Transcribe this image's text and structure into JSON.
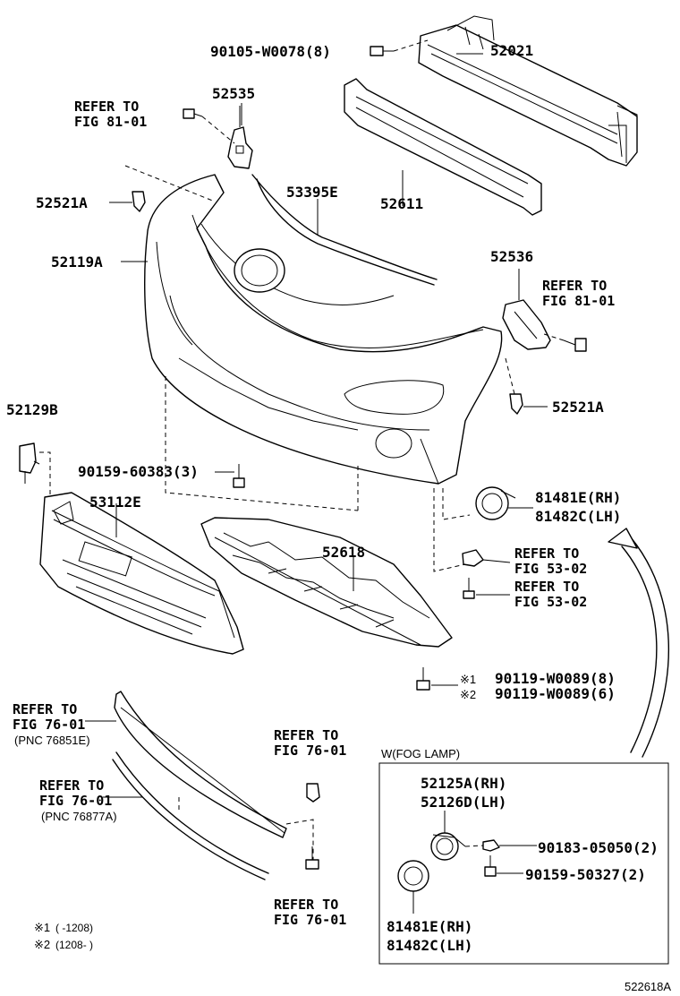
{
  "labels": {
    "p90105": "90105-W0078(8)",
    "p52021": "52021",
    "refer_fig81_a_1": "REFER TO",
    "refer_fig81_a_2": "FIG 81-01",
    "p52535": "52535",
    "p53395e": "53395E",
    "p52521a_left": "52521A",
    "p52611": "52611",
    "p52119a": "52119A",
    "p52536": "52536",
    "refer_fig81_b_1": "REFER TO",
    "refer_fig81_b_2": "FIG 81-01",
    "p52521a_right": "52521A",
    "p52129b": "52129B",
    "p90159_60383": "90159-60383(3)",
    "p53112e": "53112E",
    "p81481e_rh": "81481E(RH)",
    "p81482c_lh": "81482C(LH)",
    "p52618": "52618",
    "refer_fig53_a_1": "REFER TO",
    "refer_fig53_a_2": "FIG 53-02",
    "refer_fig53_b_1": "REFER TO",
    "refer_fig53_b_2": "FIG 53-02",
    "p90119_8": "90119-W0089(8)",
    "p90119_6": "90119-W0089(6)",
    "mark1": "※1",
    "mark2": "※2",
    "refer_fig76_a_1": "REFER TO",
    "refer_fig76_a_2": "FIG 76-01",
    "refer_fig76_a_3": "(PNC 76851E)",
    "refer_fig76_b_1": "REFER TO",
    "refer_fig76_b_2": "FIG 76-01",
    "refer_fig76_b_3": "(PNC 76877A)",
    "refer_fig76_c_1": "REFER TO",
    "refer_fig76_c_2": "FIG 76-01",
    "refer_fig76_d_1": "REFER TO",
    "refer_fig76_d_2": "FIG 76-01",
    "fog_lamp_title": "W(FOG LAMP)",
    "p52125a_rh": "52125A(RH)",
    "p52126d_lh": "52126D(LH)",
    "p90183": "90183-05050(2)",
    "p90159_50327": "90159-50327(2)",
    "p81481e_rh_2": "81481E(RH)",
    "p81482c_lh_2": "81482C(LH)",
    "legend1_mark": "※1",
    "legend1_text": "(      -1208)",
    "legend2_mark": "※2",
    "legend2_text": "(1208-      )",
    "diagram_id": "522618A"
  }
}
